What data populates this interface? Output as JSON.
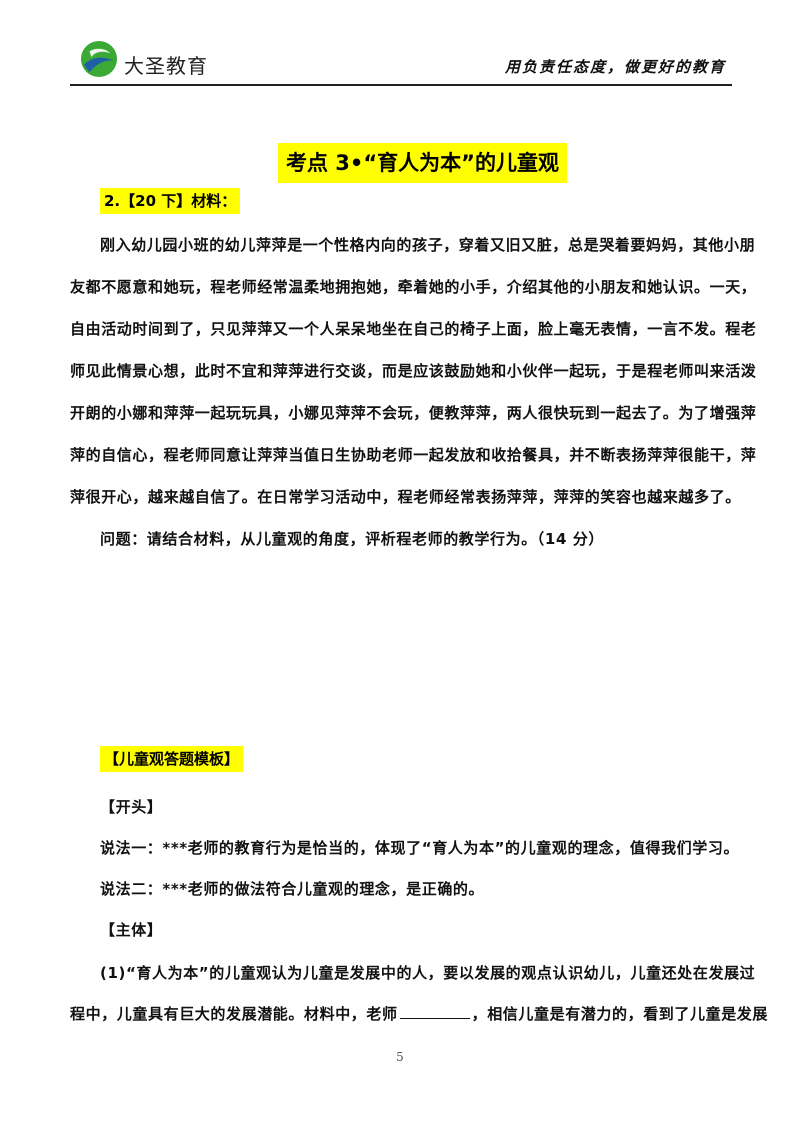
{
  "header": {
    "brand": "大圣教育",
    "slogan": "用负责任态度，做更好的教育",
    "logo_colors": {
      "green": "#3aa935",
      "blue": "#1f5fa8"
    }
  },
  "title": "考点 3•“育人为本”的儿童观",
  "question": {
    "heading": "2.【20 下】材料：",
    "material_lines": [
      "刚入幼儿园小班的幼儿萍萍是一个性格内向的孩子，穿着又旧又脏，总是哭着要妈妈，其他小朋",
      "友都不愿意和她玩，程老师经常温柔地拥抱她，牵着她的小手，介绍其他的小朋友和她认识。一天，",
      "自由活动时间到了，只见萍萍又一个人呆呆地坐在自己的椅子上面，脸上毫无表情，一言不发。程老",
      "师见此情景心想，此时不宜和萍萍进行交谈，而是应该鼓励她和小伙伴一起玩，于是程老师叫来活泼",
      "开朗的小娜和萍萍一起玩玩具，小娜见萍萍不会玩，便教萍萍，两人很快玩到一起去了。为了增强萍",
      "萍的自信心，程老师同意让萍萍当值日生协助老师一起发放和收拾餐具，并不断表扬萍萍很能干，萍",
      "萍很开心，越来越自信了。在日常学习活动中，程老师经常表扬萍萍，萍萍的笑容也越来越多了。"
    ],
    "prompt": "问题：请结合材料，从儿童观的角度，评析程老师的教学行为。（14 分）"
  },
  "template": {
    "heading": "【儿童观答题模板】",
    "opening_label": "【开头】",
    "opening_1": "说法一：***老师的教育行为是恰当的，体现了“育人为本”的儿童观的理念，值得我们学习。",
    "opening_2": "说法二：***老师的做法符合儿童观的理念，是正确的。",
    "body_label": "【主体】",
    "body_line_1": "(1)“育人为本”的儿童观认为儿童是发展中的人，要以发展的观点认识幼儿，儿童还处在发展过",
    "body_line_2a": "程中，儿童具有巨大的发展潜能。材料中，老师",
    "body_line_2b": "，相信儿童是有潜力的，看到了儿童是发展"
  },
  "page_number": "5"
}
